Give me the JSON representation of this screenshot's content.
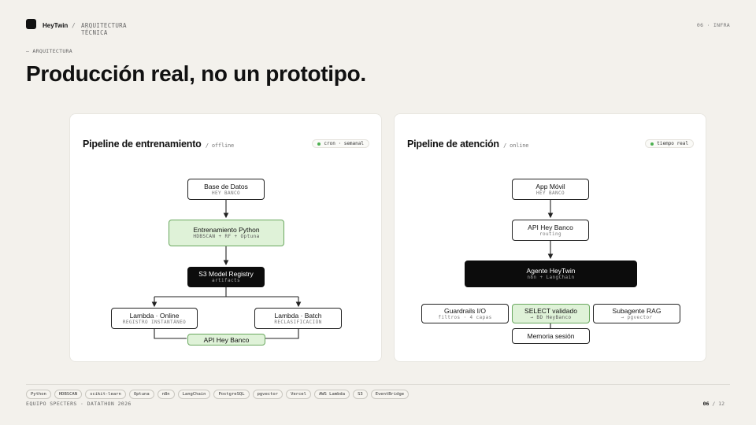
{
  "header": {
    "brand": "HeyTwin",
    "separator": "/",
    "section": "ARQUITECTURA TÉCNICA",
    "slide_tag": "06 · INFRA"
  },
  "eyebrow": "— ARQUITECTURA",
  "title": "Producción real, no un prototipo.",
  "training": {
    "title": "Pipeline de entrenamiento",
    "subtitle": "/ offline",
    "badge": "cron · semanal",
    "nodes": {
      "db": {
        "label": "Base de Datos",
        "sub": "HEY BANCO"
      },
      "train": {
        "label": "Entrenamiento Python",
        "sub": "HDBSCAN + RF + Optuna"
      },
      "registry": {
        "label": "S3 Model Registry",
        "sub": "artifacts"
      },
      "online": {
        "label": "Lambda · Online",
        "sub": "REGISTRO INSTANTÁNEO"
      },
      "batch": {
        "label": "Lambda · Batch",
        "sub": "RECLASIFICACIÓN"
      },
      "api": {
        "label": "API Hey Banco"
      }
    }
  },
  "attention": {
    "title": "Pipeline de atención",
    "subtitle": "/ online",
    "badge": "tiempo real",
    "nodes": {
      "app": {
        "label": "App Móvil",
        "sub": "HEY BANCO"
      },
      "api": {
        "label": "API Hey Banco",
        "sub": "routing"
      },
      "agent": {
        "label": "Agente HeyTwin",
        "sub": "n8n + LangChain"
      },
      "guard": {
        "label": "Guardrails I/O",
        "sub": "filtros · 4 capas"
      },
      "select": {
        "label": "SELECT validado",
        "sub": "→ BD HeyBanco"
      },
      "rag": {
        "label": "Subagente RAG",
        "sub": "→ pgvector"
      },
      "memory": {
        "label": "Memoria sesión"
      }
    }
  },
  "tech_tags": [
    "Python",
    "HDBSCAN",
    "scikit-learn",
    "Optuna",
    "n8n",
    "LangChain",
    "PostgreSQL",
    "pgvector",
    "Vercel",
    "AWS Lambda",
    "S3",
    "EventBridge"
  ],
  "footer": {
    "team": "EQUIPO SPECTERS · DATATHON 2026",
    "page_current": "06",
    "page_sep": "/",
    "page_total": "12"
  }
}
